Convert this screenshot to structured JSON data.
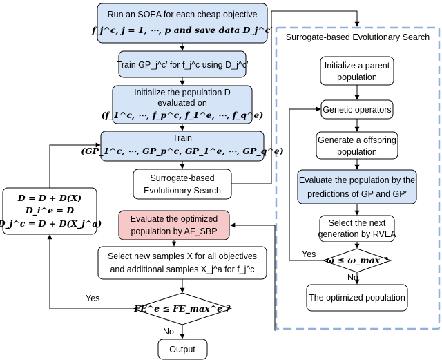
{
  "colors": {
    "blue_fill": "#d6e4f7",
    "red_fill": "#f7c8c8",
    "white_fill": "#ffffff",
    "panel_border": "#8fb1de"
  },
  "panel": {
    "title": "Surrogate-based Evolutionary Search"
  },
  "nodes": {
    "run_soea": {
      "line1": "Run an SOEA for each cheap objective",
      "line2": "f_j^c, j = 1, ⋯, p and save data D_j^c′"
    },
    "train_gp": {
      "line1": "Train GP_j^c′ for f_j^c using D_j^c′"
    },
    "init_pop": {
      "line1": "Initialize the population D",
      "line2": "evaluated on",
      "line3": "(f_1^c, ⋯, f_p^c, f_1^e, ⋯, f_q^e)"
    },
    "train_all": {
      "line1": "Train",
      "line2": "(GP_1^c, ⋯, GP_p^c, GP_1^e, ⋯, GP_q^e)"
    },
    "surrogate_search": {
      "line1": "Surrogate-based",
      "line2": "Evolutionary Search"
    },
    "evaluate_optimized": {
      "line1": "Evaluate the optimized",
      "line2": "population by AF_SBP"
    },
    "select_samples": {
      "line1": "Select new samples X for all objectives",
      "line2": "and additional samples X_j^a for f_j^c"
    },
    "fe_check": {
      "text": "FE^e ≤ FE_max^e ?"
    },
    "output": {
      "text": "Output"
    },
    "update": {
      "line1": "D = D + D(X)",
      "line2": "D_i^e = D",
      "line3": "D_j^c = D + D(X_j^a)"
    },
    "init_parent": {
      "line1": "Initialize a parent",
      "line2": "population"
    },
    "genetic_ops": {
      "text": "Genetic operators"
    },
    "gen_offspring": {
      "line1": "Generate a offspring",
      "line2": "population"
    },
    "eval_pred": {
      "line1": "Evaluate the population by the",
      "line2": "predictions of GP and GP′"
    },
    "select_next": {
      "line1": "Select the next",
      "line2": "generation by RVEA"
    },
    "omega_check": {
      "text": "ω ≤ ω_max ?"
    },
    "optimized_pop": {
      "text": "The optimized population"
    }
  },
  "edge_labels": {
    "fe_yes": "Yes",
    "fe_no": "No",
    "omega_yes": "Yes",
    "omega_no": "No"
  }
}
